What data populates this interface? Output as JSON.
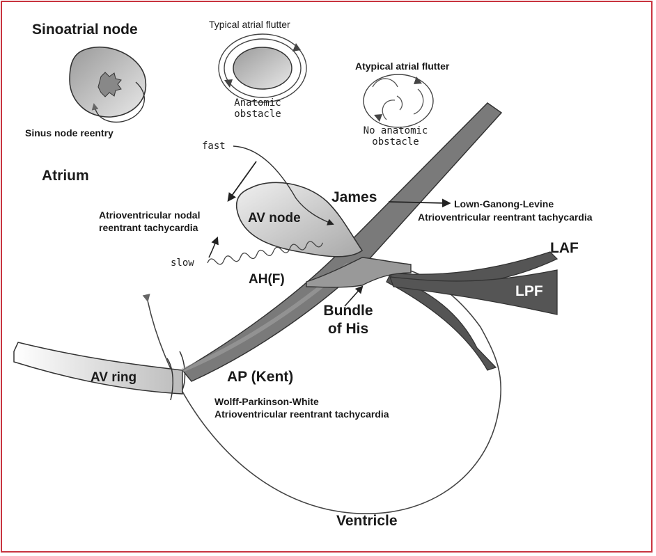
{
  "diagram": {
    "sinoatrial_node": "Sinoatrial node",
    "sinus_node_reentry": "Sinus node reentry",
    "typical_flutter": "Typical atrial flutter",
    "anatomic_obstacle_1": "Anatomic",
    "anatomic_obstacle_2": "obstacle",
    "atypical_flutter": "Atypical atrial flutter",
    "no_anatomic_1": "No anatomic",
    "no_anatomic_2": "obstacle",
    "atrium": "Atrium",
    "fast": "fast",
    "slow": "slow",
    "avnrt_1": "Atrioventricular nodal",
    "avnrt_2": "reentrant tachycardia",
    "av_node": "AV node",
    "james": "James",
    "lgl_1": "Lown-Ganong-Levine",
    "lgl_2": "Atrioventricular reentrant tachycardia",
    "laf": "LAF",
    "lpf": "LPF",
    "ah_f": "AH(F)",
    "bundle_1": "Bundle",
    "bundle_2": "of His",
    "av_ring": "AV ring",
    "ap_kent": "AP (Kent)",
    "wpw_1": "Wolff-Parkinson-White",
    "wpw_2": "Atrioventricular reentrant tachycardia",
    "ventricle": "Ventricle"
  },
  "colors": {
    "frame": "#c8343f",
    "dark_fill": "#555555",
    "mid_fill": "#a9a9a9",
    "light_fill": "#d9d9d9"
  }
}
